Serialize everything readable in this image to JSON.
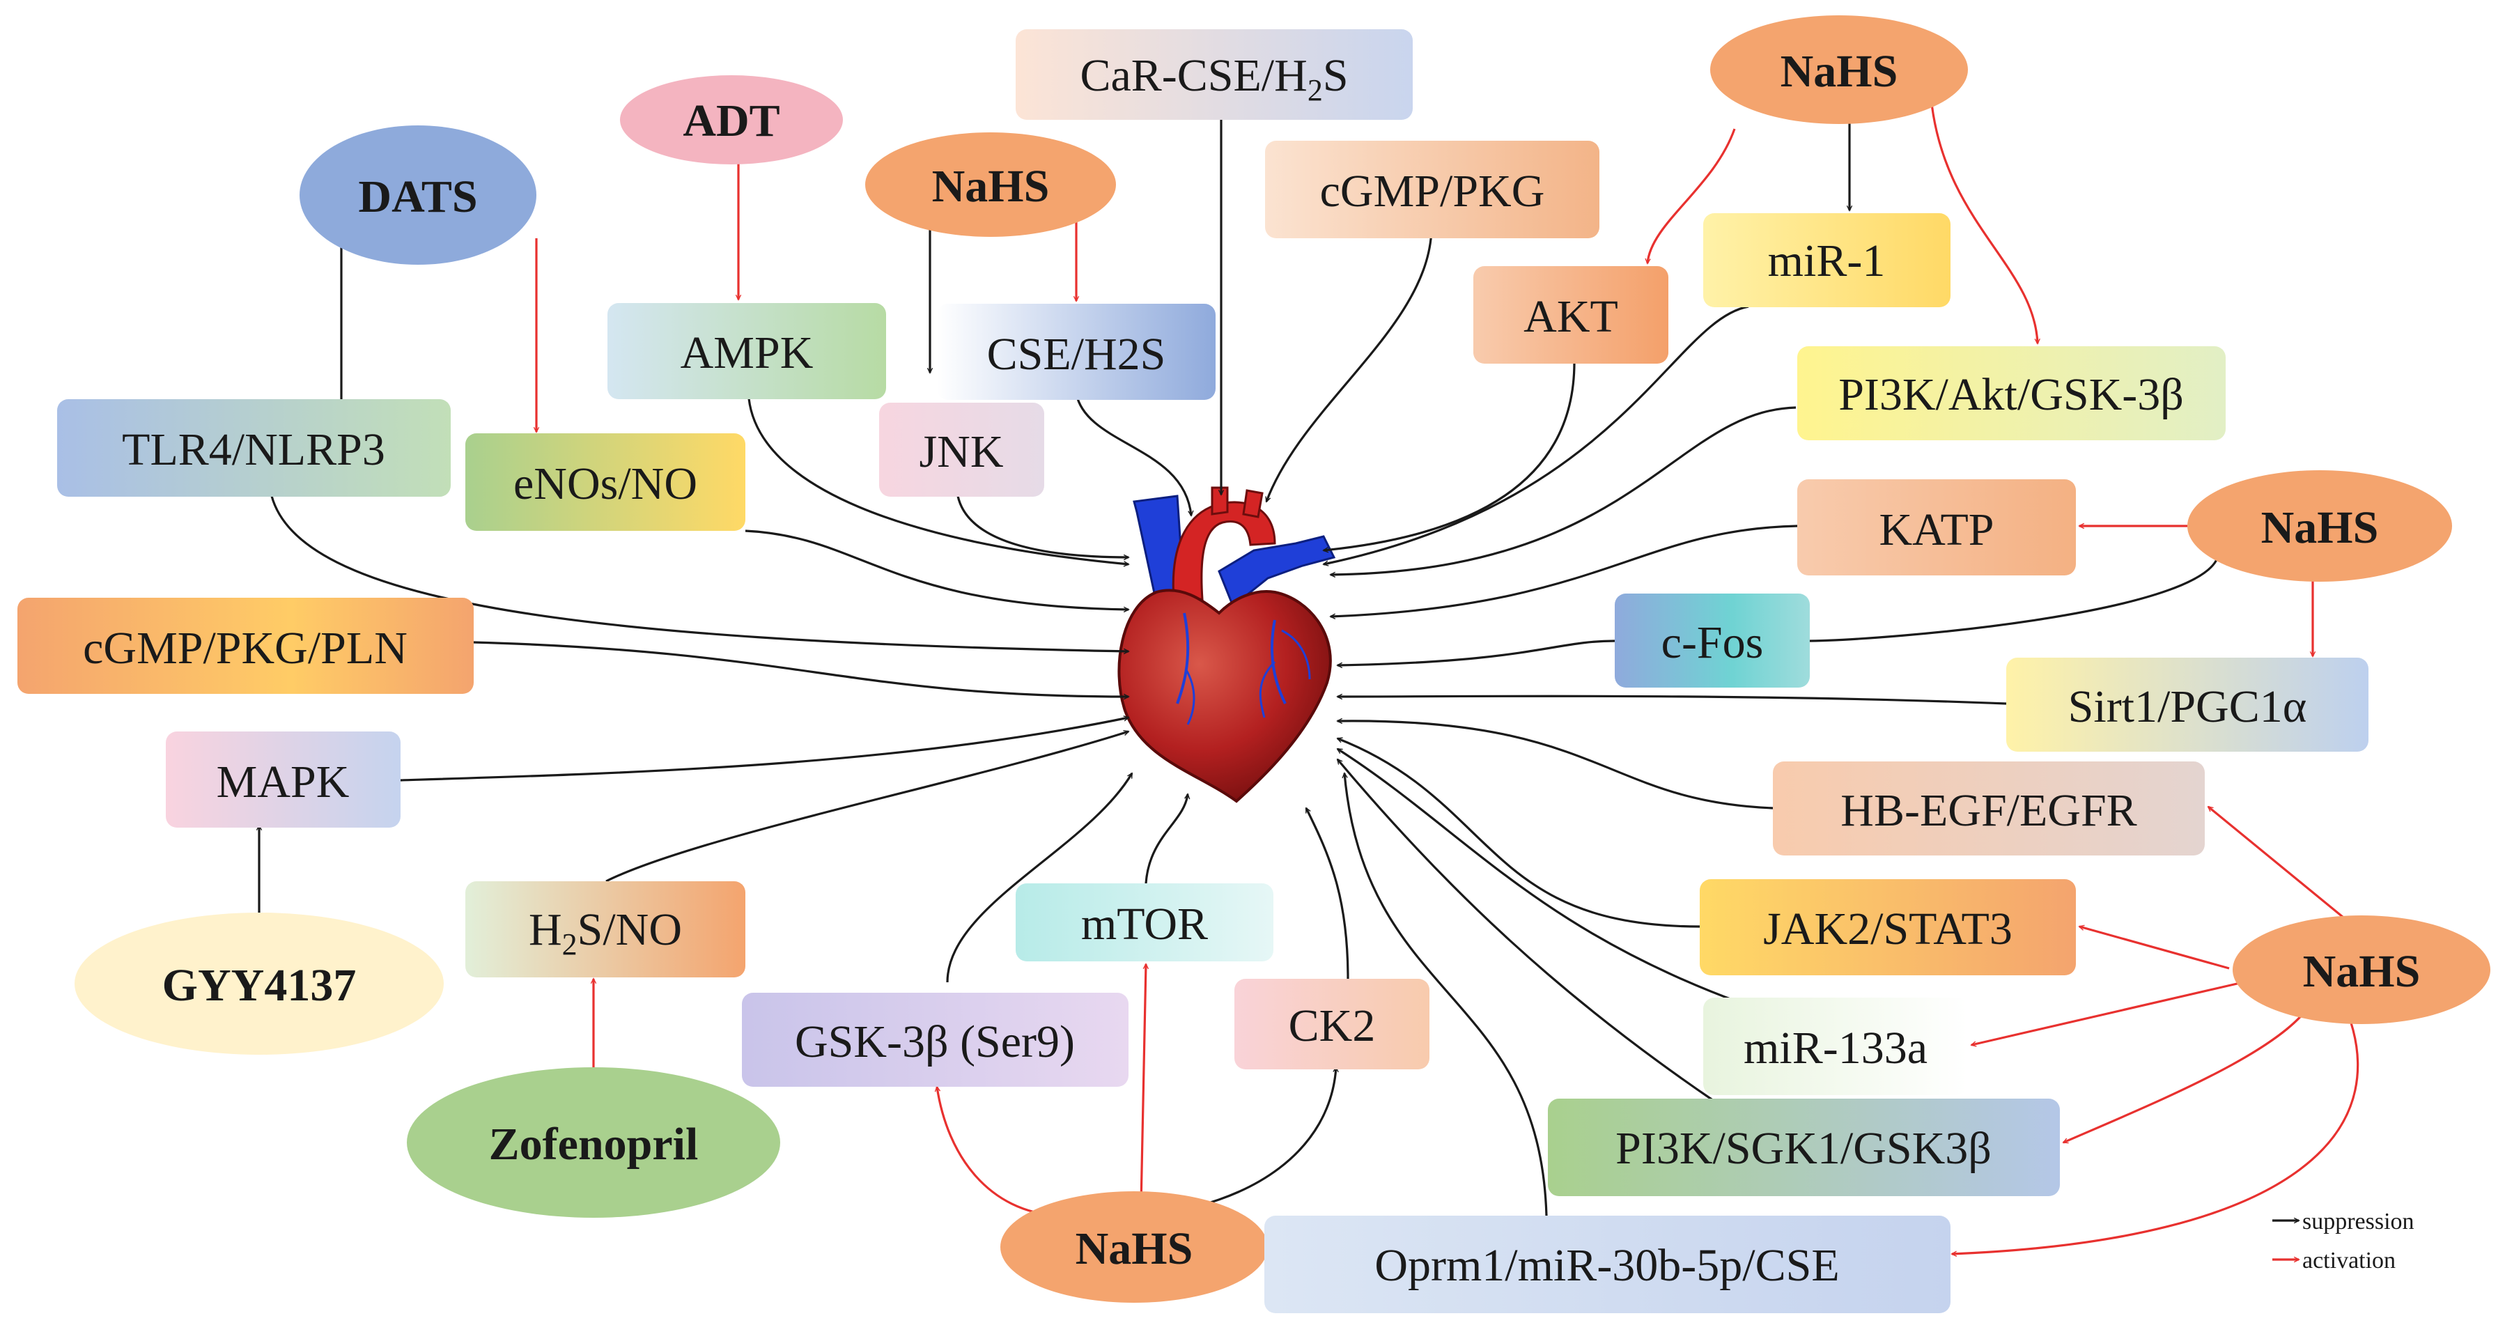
{
  "nodes": {
    "car_cse": {
      "main": "CaR-CSE/H",
      "sub": "2",
      "tail": "S"
    },
    "nahs_top_right": "NaHS",
    "adt": "ADT",
    "nahs_top_mid": "NaHS",
    "cgmp_pkg": "cGMP/PKG",
    "dats": "DATS",
    "mir1": "miR-1",
    "akt": "AKT",
    "ampk": "AMPK",
    "cse_h2s": "CSE/H2S",
    "pi3k_akt": "PI3K/Akt/GSK-3β",
    "tlr4": "TLR4/NLRP3",
    "enos": "eNOs/NO",
    "jnk": "JNK",
    "katp": "KATP",
    "nahs_right_mid": "NaHS",
    "cgmp_pkg_pln": "cGMP/PKG/PLN",
    "cfos": "c-Fos",
    "sirt1": "Sirt1/PGC1α",
    "mapk": "MAPK",
    "hb_egf": "HB-EGF/EGFR",
    "h2s_no": {
      "main": "H",
      "sub": "2",
      "tail": "S/NO"
    },
    "mtor": "mTOR",
    "jak2": "JAK2/STAT3",
    "nahs_right_low": "NaHS",
    "gyy": "GYY4137",
    "ck2": "CK2",
    "gsk_ser9": "GSK-3β (Ser9)",
    "mir133a": "miR-133a",
    "zofenopril": "Zofenopril",
    "pi3k_sgk1": "PI3K/SGK1/GSK3β",
    "nahs_bottom": "NaHS",
    "oprm1": "Oprm1/miR-30b-5p/CSE"
  },
  "legend": {
    "suppression": "suppression",
    "activation": "activation"
  },
  "colors": {
    "suppression_arrow": "#1a1a1a",
    "activation_arrow": "#e8312f",
    "nahs_fill": "#f4a46e",
    "dats_fill": "#8eaadb",
    "adt_fill": "#f4b4c0",
    "gyy_fill": "#fff2cc",
    "zofenopril_fill": "#a9d08e",
    "heart_red": "#b32020",
    "vessel_blue": "#1f3fd8"
  }
}
